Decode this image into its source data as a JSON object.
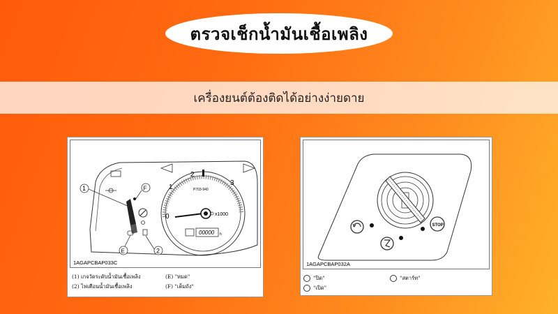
{
  "title": "ตรวจเช็กน้ำมันเชื้อเพลิง",
  "subtitle": "เครื่องยนต์ต้องติดได้อย่างง่ายดาย",
  "left_figure": {
    "code": "1AGAPCBAP033C",
    "callouts": {
      "one": "1",
      "two": "2",
      "e": "E",
      "f": "F"
    },
    "gauge": {
      "model_text": "P703-940",
      "unit_text": "x1000",
      "odometer": "00000",
      "odometer_unit": "h",
      "ticks": [
        "0",
        "1",
        "2",
        "3"
      ]
    },
    "legend": [
      {
        "text": "(1) เกจวัดระดับน้ำมันเชื้อเพลิง"
      },
      {
        "text": "(2) ไฟเตือนน้ำมันเชื้อเพลิง"
      },
      {
        "text": "(E) \"หมด\""
      },
      {
        "text": "(F) \"เต็มถัง\""
      }
    ]
  },
  "right_figure": {
    "code": "1AGAPCBAP032A",
    "stop_label": "STOP",
    "legend": [
      {
        "text": "\"ปิด\""
      },
      {
        "text": "\"สตาร์ท\""
      },
      {
        "text": "\"เปิด\""
      }
    ]
  }
}
